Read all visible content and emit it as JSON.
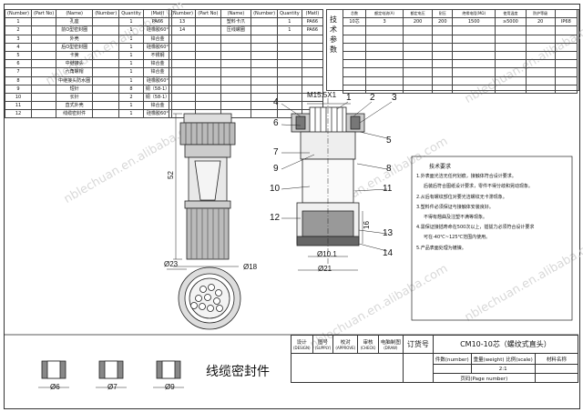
{
  "parts_table_left": {
    "headers": [
      "(Number)",
      "(Part No)",
      "(Name)",
      "(Number)",
      "Quantity",
      "(Matl)"
    ],
    "rows": [
      [
        "1",
        "",
        "孔座",
        "1",
        "PA66"
      ],
      [
        "2",
        "",
        "前O型密封圈",
        "1",
        "硅橡胶60°"
      ],
      [
        "3",
        "",
        "外壳",
        "1",
        "锌合金"
      ],
      [
        "4",
        "",
        "后O型密封圈",
        "1",
        "硅橡胶60°"
      ],
      [
        "5",
        "",
        "卡簧",
        "1",
        "不锈钢"
      ],
      [
        "6",
        "",
        "中继接头",
        "1",
        "锌合金"
      ],
      [
        "7",
        "",
        "六角螺帽",
        "1",
        "锌合金"
      ],
      [
        "8",
        "",
        "中继接头防水圈",
        "1",
        "硅橡胶60°"
      ],
      [
        "9",
        "",
        "短针",
        "8",
        "铜（58-1）"
      ],
      [
        "10",
        "",
        "长针",
        "2",
        "铜（58-1）"
      ],
      [
        "11",
        "",
        "直式外壳",
        "1",
        "锌合金"
      ],
      [
        "12",
        "",
        "线缆密封件",
        "1",
        "硅橡胶60°"
      ]
    ]
  },
  "parts_table_right": {
    "headers": [
      "(Number)",
      "(Part No)",
      "(Name)",
      "(Number)",
      "Quantity",
      "(Matl)"
    ],
    "rows": [
      [
        "13",
        "",
        "塑料卡爪",
        "1",
        "PA66"
      ],
      [
        "14",
        "",
        "压线螺圈",
        "1",
        "PA66"
      ]
    ]
  },
  "tech_params": {
    "label": "技术参数",
    "headers": [
      "芯数",
      "额定电流(A)",
      "额定电压",
      "耐压",
      "绝缘电阻(MΩ)",
      "使用温度",
      "防护等级"
    ],
    "values": [
      "10芯",
      "3",
      "200",
      "200",
      "1500",
      "≥5000",
      "20",
      "IP68"
    ]
  },
  "drawing": {
    "thread": "M15.5X1",
    "dim_length": "52",
    "dim_d23": "Ø23",
    "dim_d18": "Ø18",
    "dim_d101": "Ø10.1",
    "dim_d21": "Ø21",
    "dim_16": "16",
    "callouts_left": [
      "4",
      "6",
      "7",
      "9",
      "10",
      "12"
    ],
    "callouts_right": [
      "1",
      "2",
      "3",
      "5",
      "8",
      "11",
      "13",
      "14"
    ]
  },
  "tech_requirements": {
    "title": "技术要求",
    "items": [
      "1.外表面光洁无任何划痕，接触体符合设计要求。",
      "后装后符合图纸设计要求，零件不得分歧和晃动现象。",
      "2.从后有螺纹部位对要光洁螺纹无卡滞现象。",
      "3.塑料件必须保证与接触体安装良好。",
      "不得有翘曲及注塑不满等现象。",
      "4.需保证接插寿命在500次以上，插拔力必须符合设计要求",
      "可在-40℃~125℃范围内使用。",
      "5.产品表面处理为镀镍。"
    ]
  },
  "title_block": {
    "roles": [
      "设计",
      "图号",
      "校对",
      "审核",
      "电脑制图"
    ],
    "role_sub": [
      "(DESIGN)",
      "(SUPPLY)",
      "(APPROVE)",
      "(CHECK)",
      "(DRAW)"
    ],
    "order_no_label": "订货号",
    "product_name": "CM10-10芯（螺纹式直头）",
    "qty_label": "件数(number)",
    "weight_label": "重量(weight)",
    "scale_label": "比例(scale)",
    "scale_value": "2:1",
    "material_label": "材料名称",
    "page_label": "页码(Page number)"
  },
  "seals": {
    "title": "线缆密封件",
    "sizes": [
      "Ø6",
      "Ø7",
      "Ø9"
    ]
  },
  "watermark": "nblechuan.en.alibaba.com"
}
